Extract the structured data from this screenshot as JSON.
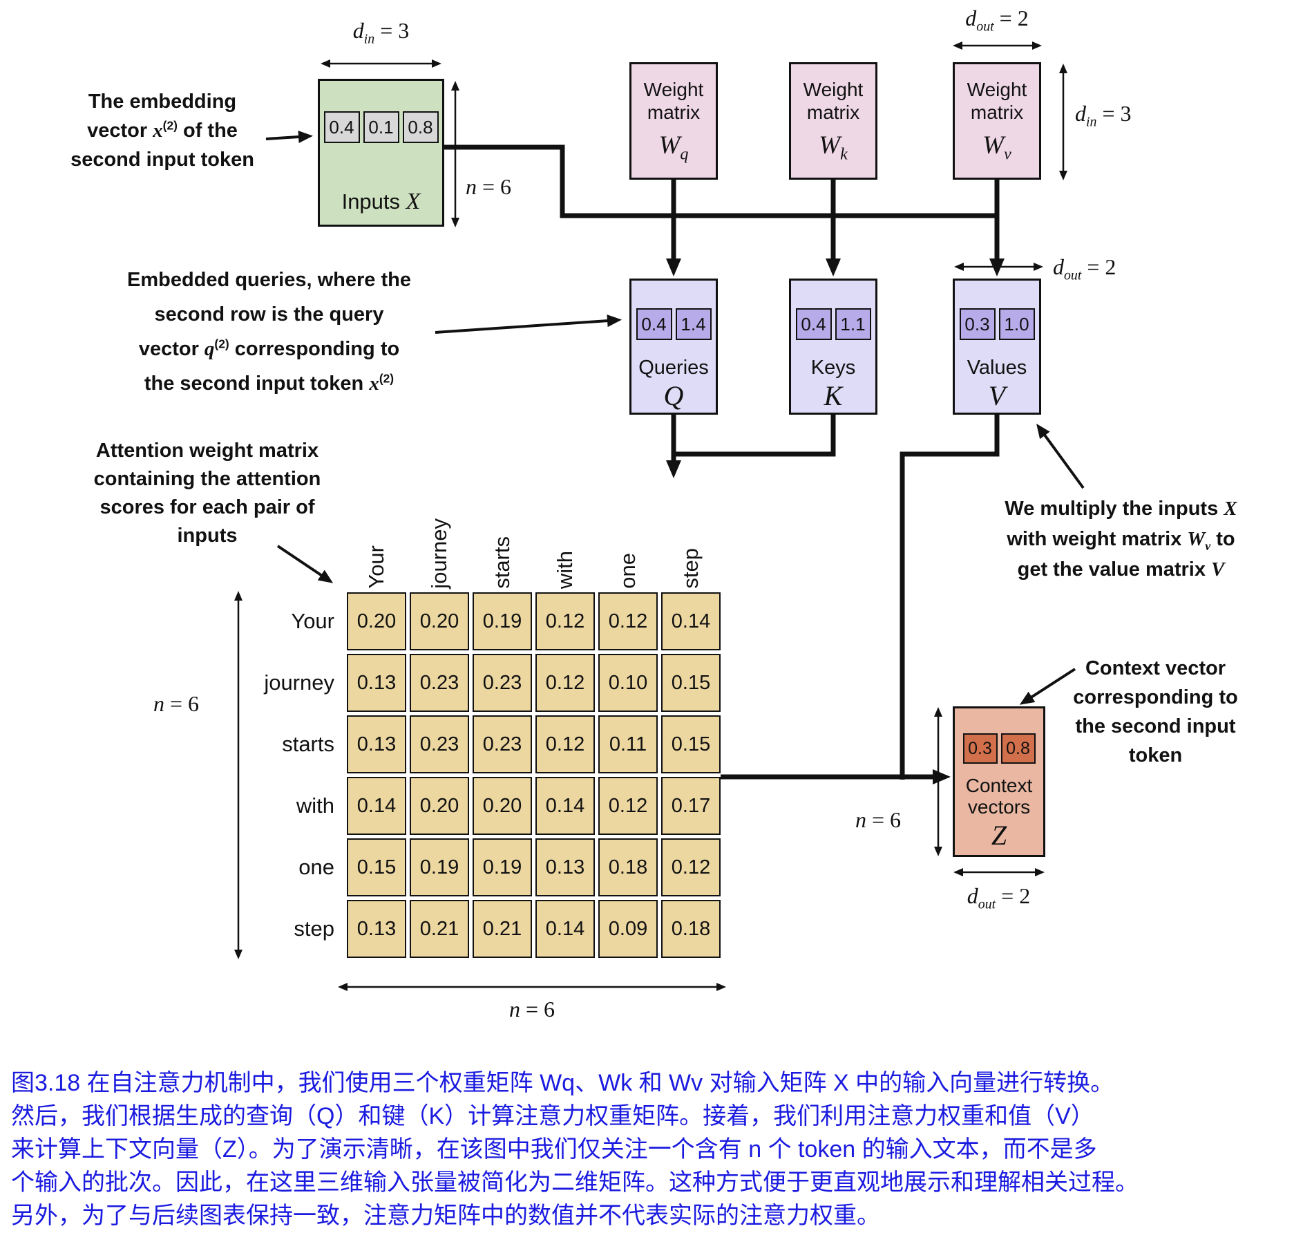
{
  "math": {
    "d_in_3": {
      "base": "d",
      "sub": "in",
      "eq": " = 3"
    },
    "d_out_2": {
      "base": "d",
      "sub": "out",
      "eq": " = 2"
    },
    "n_6": {
      "base": "n",
      "eq": " = 6"
    }
  },
  "inputs": {
    "cells": [
      "0.4",
      "0.1",
      "0.8"
    ],
    "label": "Inputs ",
    "symbol": "X"
  },
  "weights": [
    {
      "line1": "Weight",
      "line2": "matrix",
      "base": "W",
      "sub": "q"
    },
    {
      "line1": "Weight",
      "line2": "matrix",
      "base": "W",
      "sub": "k"
    },
    {
      "line1": "Weight",
      "line2": "matrix",
      "base": "W",
      "sub": "v"
    }
  ],
  "qkv": [
    {
      "cells": [
        "0.4",
        "1.4"
      ],
      "label": "Queries",
      "symbol": "Q"
    },
    {
      "cells": [
        "0.4",
        "1.1"
      ],
      "label": "Keys",
      "symbol": "K"
    },
    {
      "cells": [
        "0.3",
        "1.0"
      ],
      "label": "Values",
      "symbol": "V"
    }
  ],
  "attention": {
    "columns": [
      "Your",
      "journey",
      "starts",
      "with",
      "one",
      "step"
    ],
    "rows": [
      {
        "label": "Your",
        "values": [
          "0.20",
          "0.20",
          "0.19",
          "0.12",
          "0.12",
          "0.14"
        ]
      },
      {
        "label": "journey",
        "values": [
          "0.13",
          "0.23",
          "0.23",
          "0.12",
          "0.10",
          "0.15"
        ]
      },
      {
        "label": "starts",
        "values": [
          "0.13",
          "0.23",
          "0.23",
          "0.12",
          "0.11",
          "0.15"
        ]
      },
      {
        "label": "with",
        "values": [
          "0.14",
          "0.20",
          "0.20",
          "0.14",
          "0.12",
          "0.17"
        ]
      },
      {
        "label": "one",
        "values": [
          "0.15",
          "0.19",
          "0.19",
          "0.13",
          "0.18",
          "0.12"
        ]
      },
      {
        "label": "step",
        "values": [
          "0.13",
          "0.21",
          "0.21",
          "0.14",
          "0.09",
          "0.18"
        ]
      }
    ]
  },
  "context": {
    "cells": [
      "0.3",
      "0.8"
    ],
    "label1": "Context",
    "label2": "vectors",
    "symbol": "Z"
  },
  "notes": {
    "embedding": {
      "l1": "The embedding",
      "l2a": "vector ",
      "l2m": "x",
      "l2s": "(2)",
      "l2b": " of the",
      "l3": "second input token"
    },
    "queries": {
      "l1": "Embedded queries, where the",
      "l2": "second row is the query",
      "l3a": "vector ",
      "l3m": "q",
      "l3s": "(2)",
      "l3b": " corresponding to",
      "l4a": "the second input token ",
      "l4m": "x",
      "l4s": "(2)"
    },
    "attention": {
      "l1": "Attention weight matrix",
      "l2": "containing the attention",
      "l3": "scores for each pair of",
      "l4": "inputs"
    },
    "multiply": {
      "l1a": "We multiply the inputs ",
      "l1m": "X",
      "l2a": "with weight matrix ",
      "l2m": "W",
      "l2s": "v",
      "l2b": " to",
      "l3a": "get the value matrix ",
      "l3m": "V"
    },
    "context": {
      "l1": "Context vector",
      "l2": "corresponding to",
      "l3": "the second input",
      "l4": "token"
    }
  },
  "caption": {
    "l1": "图3.18 在自注意力机制中，我们使用三个权重矩阵 Wq、Wk 和 Wv 对输入矩阵 X 中的输入向量进行转换。",
    "l2": "然后，我们根据生成的查询（Q）和键（K）计算注意力权重矩阵。接着，我们利用注意力权重和值（V）",
    "l3": "来计算上下文向量（Z）。为了演示清晰，在该图中我们仅关注一个含有 n 个 token 的输入文本，而不是多",
    "l4": "个输入的批次。因此，在这里三维输入张量被简化为二维矩阵。这种方式便于更直观地展示和理解相关过程。",
    "l5": "另外，为了与后续图表保持一致，注意力矩阵中的数值并不代表实际的注意力权重。"
  },
  "colors": {
    "inputs_box": "#cde0bf",
    "inputs_cell": "#d8d8d8",
    "weight_box": "#efd8e6",
    "qkv_box": "#dedcf6",
    "qkv_cell": "#b7abe9",
    "attention_cell": "#ecd7a0",
    "context_box": "#e9b7a2",
    "context_cell": "#d3704c",
    "caption_text": "#1b1be0",
    "line": "#111111"
  }
}
